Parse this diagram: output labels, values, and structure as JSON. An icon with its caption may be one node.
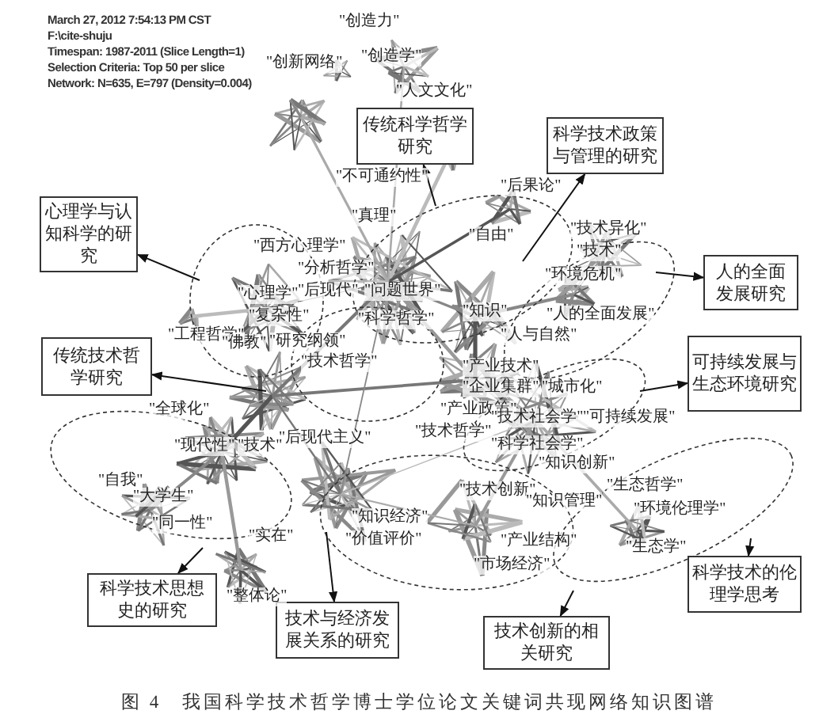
{
  "diagram": {
    "caption": "图 4　我国科学技术哲学博士学位论文关键词共现网络知识图谱",
    "nodes": [
      {
        "text": [
          "传统科学哲学研究"
        ]
      },
      {
        "text": [
          "科学技术政策与管理的研究"
        ]
      },
      {
        "text": [
          "心理学与认知科学的研究"
        ]
      },
      {
        "text": [
          "人的全面发展研究"
        ]
      },
      {
        "text": [
          "传统技术哲学研究"
        ]
      },
      {
        "text": [
          "可持续发展与生态环境研究"
        ]
      },
      {
        "text": [
          "科学技术思想史的研究"
        ]
      },
      {
        "text": [
          "科学技术的伦理学思考"
        ]
      },
      {
        "text": [
          "技术与经济发展关系的研究"
        ]
      },
      {
        "text": [
          "技术创新的相关研究"
        ]
      }
    ],
    "edges": [
      {
        "from": null,
        "to": 0,
        "arrow": "to"
      },
      {
        "from": null,
        "to": 1,
        "arrow": "to"
      },
      {
        "from": null,
        "to": 2,
        "arrow": "to"
      },
      {
        "from": null,
        "to": 3,
        "arrow": "to"
      },
      {
        "from": null,
        "to": 4,
        "arrow": "to"
      },
      {
        "from": null,
        "to": 5,
        "arrow": "to"
      },
      {
        "from": null,
        "to": 6,
        "arrow": "to"
      },
      {
        "from": null,
        "to": 7,
        "arrow": "to"
      },
      {
        "from": null,
        "to": 8,
        "arrow": "to"
      },
      {
        "from": null,
        "to": 9,
        "arrow": "to"
      }
    ],
    "labels": [
      "March 27, 2012 7:54:13 PM CST",
      "F:\\cite-shuju",
      "Timespan: 1987-2011 (Slice Length=1)",
      "Selection Criteria: Top 50 per slice",
      "Network: N=635, E=797 (Density=0.004)",
      "\"创造力\"",
      "\"创新网络\"",
      "\"创造学\"",
      "\"人文文化\"",
      "\"不可通约性\"",
      "\"后果论\"",
      "\"真理\"",
      "\"自由\"",
      "\"技术异化\"",
      "\"西方心理学\"",
      "\"技术\"",
      "\"分析哲学\"",
      "\"环境危机\"",
      "\"心理学\"",
      "\"后现代\"",
      "\"问题世界\"",
      "\"复杂性\"",
      "\"科学哲学\"",
      "\"知识\"",
      "\"人的全面发展\"",
      "\"工程哲学\"",
      "\"人与自然\"",
      "\"佛教\"",
      "\"研究纲领\"",
      "\"技术哲学\"",
      "\"产业技术\"",
      "\"企业集群\"",
      "\"城市化\"",
      "\"全球化\"",
      "\"产业政策\"",
      "\"技术社会学\"",
      "\"可持续发展\"",
      "\"技术哲学\"",
      "\"后现代主义\"",
      "\"现代性\"",
      "\"技术\"",
      "\"科学社会学\"",
      "\"知识创新\"",
      "\"自我\"",
      "\"大学生\"",
      "\"技术创新\"",
      "\"生态哲学\"",
      "\"知识管理\"",
      "\"环境伦理学\"",
      "\"知识经济\"",
      "\"同一性\"",
      "\"实在\"",
      "\"价值评价\"",
      "\"产业结构\"",
      "\"生态学\"",
      "\"市场经济\"",
      "\"整体论\""
    ]
  }
}
